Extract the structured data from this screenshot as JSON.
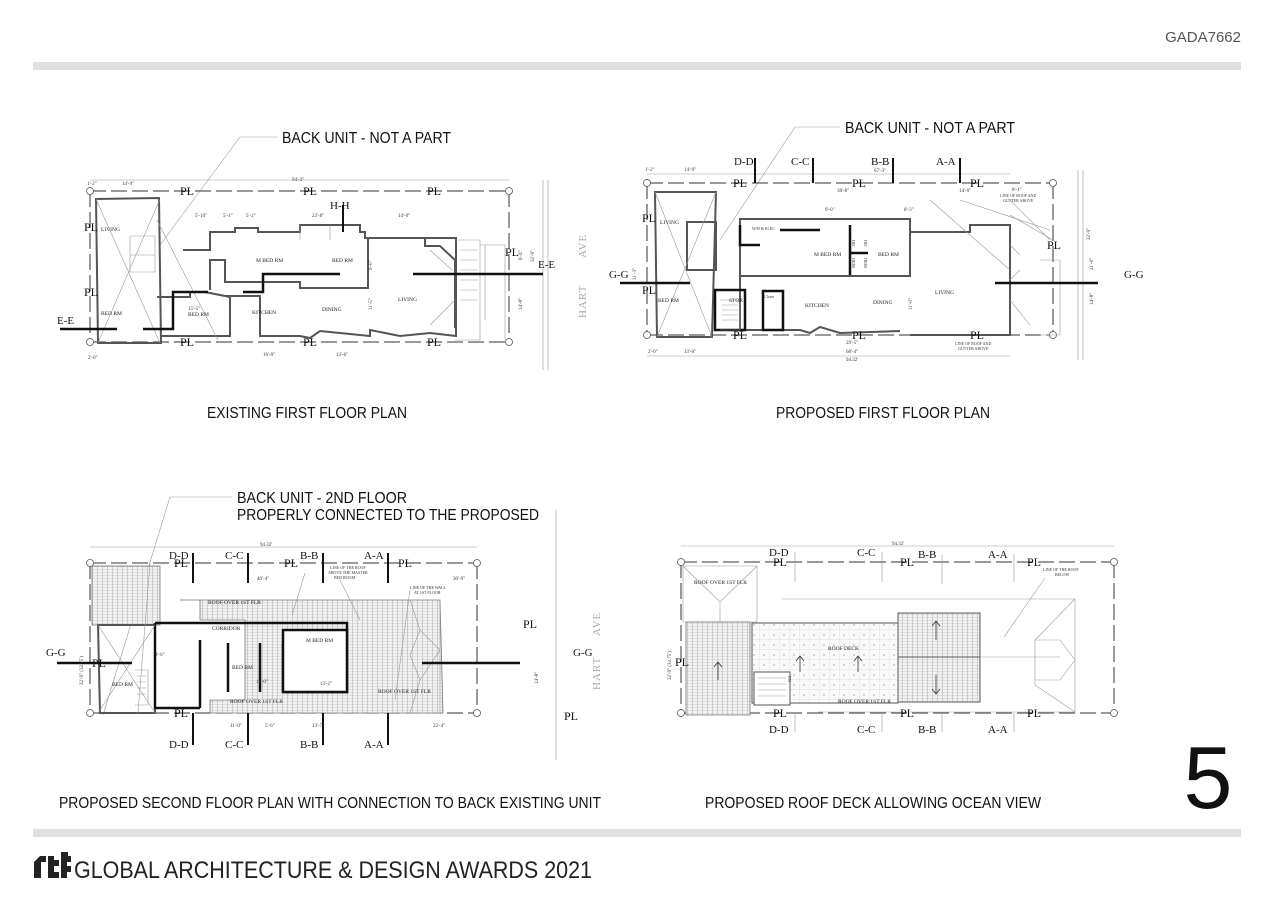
{
  "header": {
    "code": "GADA7662"
  },
  "page_number": "5",
  "footer": {
    "logo": "rtf",
    "title": "GLOBAL ARCHITECTURE & DESIGN AWARDS 2021"
  },
  "plan1": {
    "title": "EXISTING FIRST FLOOR PLAN",
    "note": "BACK UNIT - NOT A PART",
    "pl": "PL",
    "section": "E-E",
    "section_hh": "H-H",
    "street": [
      "HART",
      "AVE"
    ],
    "rooms": [
      "LIVING",
      "BED RM",
      "BED RM",
      "M BED RM",
      "BED RM",
      "KITCHEN",
      "DINING",
      "LIVING"
    ],
    "dims": [
      "94'-3\"",
      "1'-2\"",
      "14'-9\"",
      "5'-10\"",
      "5'-1\"",
      "5'-2\"",
      "23'-8\"",
      "14'-0\"",
      "15'-5\"",
      "16'-0\"",
      "13'-6\"",
      "2'-0\"",
      "32'-9\"",
      "14'-8\"",
      "6'-4\"",
      "11'-5\"",
      "9'-0\""
    ]
  },
  "plan2": {
    "title": "PROPOSED FIRST FLOOR PLAN",
    "note": "BACK UNIT - NOT A PART",
    "pl": "PL",
    "section": "G-G",
    "sections": [
      "D-D",
      "C-C",
      "B-B",
      "A-A"
    ],
    "rooms": [
      "LIVING",
      "BED RM",
      "STOR",
      "KITCHEN",
      "DINING",
      "LIVING",
      "M BED RM",
      "BED RM",
      "HIS",
      "HIS",
      "HERS",
      "HERS",
      "W/H & ELEC",
      "Closet"
    ],
    "notes": [
      "LINE OF ROOF AND",
      "GUTTER ABOVE"
    ],
    "dims": [
      "1'-2\"",
      "14'-9\"",
      "67'-3\"",
      "38'-8\"",
      "14'-0\"",
      "9'-0\"",
      "8'-3\"",
      "8'-1\"",
      "2'-0\"",
      "13'-0\"",
      "29'-5\"",
      "68'-4\"",
      "94.32'",
      "31'-3\"",
      "14'-8\"",
      "21'-0\"",
      "32'-9\"",
      "11'-0\""
    ]
  },
  "plan3": {
    "title": "PROPOSED SECOND FLOOR PLAN WITH CONNECTION TO BACK EXISTING UNIT",
    "note_line1": "BACK UNIT - 2ND FLOOR",
    "note_line2": "PROPERLY CONNECTED TO THE PROPOSED",
    "pl": "PL",
    "section": "G-G",
    "sections": [
      "D-D",
      "C-C",
      "B-B",
      "A-A"
    ],
    "street": [
      "HART",
      "AVE"
    ],
    "rooms": [
      "CORRIDOR",
      "M BED RM",
      "BED RM",
      "BED RM",
      "ROOF OVER 1ST FLR",
      "ROOF OVER 1ST FLR",
      "ROOF OVER 1ST FLR"
    ],
    "notes": [
      "LINE OF THE ROOF",
      "ABOVE THE MASTER",
      "BED ROOM",
      "LINE OF THE WALL",
      "AT 1ST FLOOR"
    ],
    "dims": [
      "94.32'",
      "40'-4\"",
      "30'-9\"",
      "11'-0\"",
      "5'-6\"",
      "13'-7\"",
      "22'-4\"",
      "32'-9\" (32.75')",
      "11'-0\"",
      "13'-2\"",
      "3'-6\"",
      "14'-8\""
    ]
  },
  "plan4": {
    "title": "PROPOSED ROOF DECK ALLOWING OCEAN VIEW",
    "pl": "PL",
    "sections": [
      "D-D",
      "C-C",
      "B-B",
      "A-A"
    ],
    "rooms": [
      "ROOF OVER 1ST FLR",
      "ROOF DECK",
      "ROOF OVER 1ST FLR",
      "DN"
    ],
    "notes": [
      "LINE OF THE ROOF",
      "BELOW"
    ],
    "dims": [
      "94.32'",
      "32'-9\" (32.75')"
    ]
  }
}
